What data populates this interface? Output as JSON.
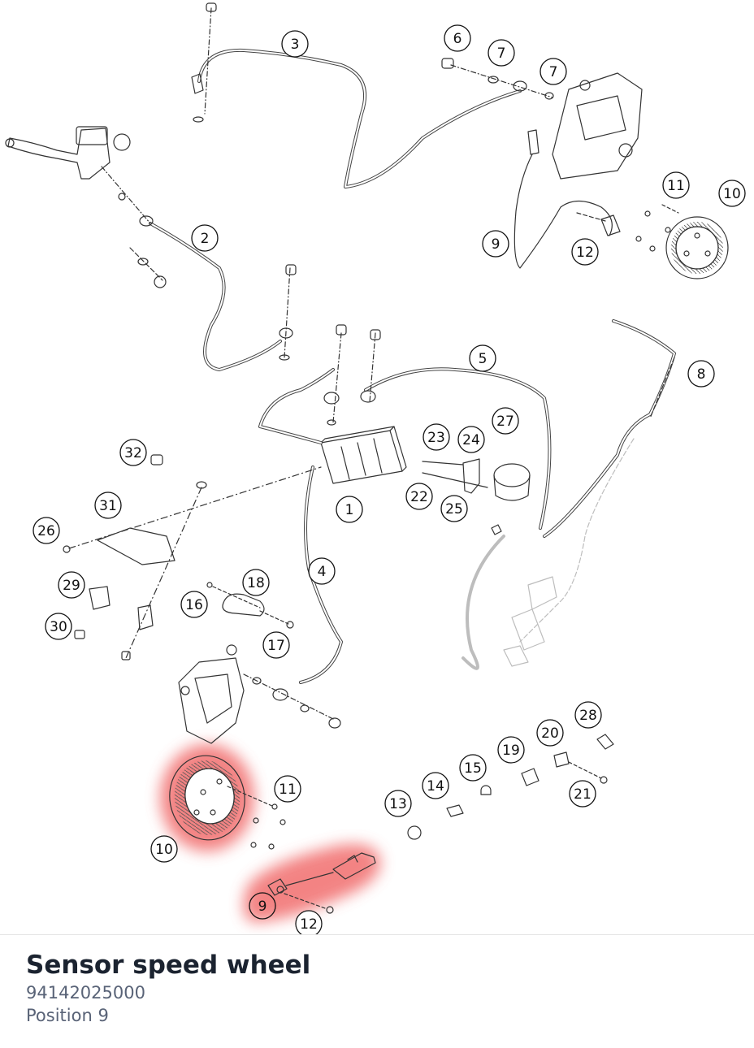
{
  "part": {
    "title": "Sensor speed wheel",
    "number": "94142025000",
    "position": "Position 9"
  },
  "callouts": [
    {
      "label": "1"
    },
    {
      "label": "2"
    },
    {
      "label": "3"
    },
    {
      "label": "4"
    },
    {
      "label": "5"
    },
    {
      "label": "6"
    },
    {
      "label": "7"
    },
    {
      "label": "7"
    },
    {
      "label": "8"
    },
    {
      "label": "9"
    },
    {
      "label": "10"
    },
    {
      "label": "11"
    },
    {
      "label": "12"
    },
    {
      "label": "13"
    },
    {
      "label": "14"
    },
    {
      "label": "15"
    },
    {
      "label": "16"
    },
    {
      "label": "17"
    },
    {
      "label": "18"
    },
    {
      "label": "19"
    },
    {
      "label": "20"
    },
    {
      "label": "21"
    },
    {
      "label": "22"
    },
    {
      "label": "23"
    },
    {
      "label": "24"
    },
    {
      "label": "25"
    },
    {
      "label": "26"
    },
    {
      "label": "27"
    },
    {
      "label": "28"
    },
    {
      "label": "29"
    },
    {
      "label": "30"
    },
    {
      "label": "31"
    },
    {
      "label": "32"
    },
    {
      "label": "9"
    },
    {
      "label": "10"
    },
    {
      "label": "11"
    },
    {
      "label": "12"
    }
  ],
  "highlight_color": "#ef5a5a"
}
